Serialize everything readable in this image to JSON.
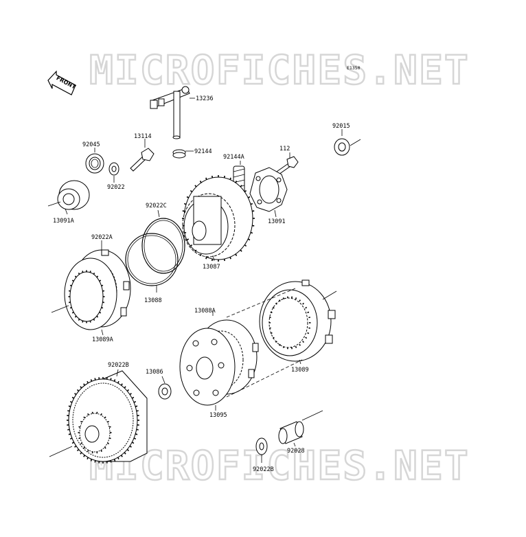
{
  "watermark": {
    "text": "MICROFICHES.NET"
  },
  "diagram_code": "E1350",
  "direction_marker": {
    "label": "FRONT",
    "icon": "front-arrow-icon"
  },
  "parts": [
    {
      "id": "p13236",
      "number": "13236"
    },
    {
      "id": "p13114",
      "number": "13114"
    },
    {
      "id": "p92144",
      "number": "92144"
    },
    {
      "id": "p92045",
      "number": "92045"
    },
    {
      "id": "p92022",
      "number": "92022"
    },
    {
      "id": "p13091A",
      "number": "13091A"
    },
    {
      "id": "p112",
      "number": "112"
    },
    {
      "id": "p92015",
      "number": "92015"
    },
    {
      "id": "p92144A",
      "number": "92144A"
    },
    {
      "id": "p13091",
      "number": "13091"
    },
    {
      "id": "p92022C",
      "number": "92022C"
    },
    {
      "id": "p13087",
      "number": "13087"
    },
    {
      "id": "p13088",
      "number": "13088"
    },
    {
      "id": "p92022A",
      "number": "92022A"
    },
    {
      "id": "p13089A",
      "number": "13089A"
    },
    {
      "id": "p13088A",
      "number": "13088A"
    },
    {
      "id": "p13089",
      "number": "13089"
    },
    {
      "id": "p13095",
      "number": "13095"
    },
    {
      "id": "p92022B_1",
      "number": "92022B"
    },
    {
      "id": "p13086",
      "number": "13086"
    },
    {
      "id": "p92028",
      "number": "92028"
    },
    {
      "id": "p92022B_2",
      "number": "92022B"
    }
  ]
}
